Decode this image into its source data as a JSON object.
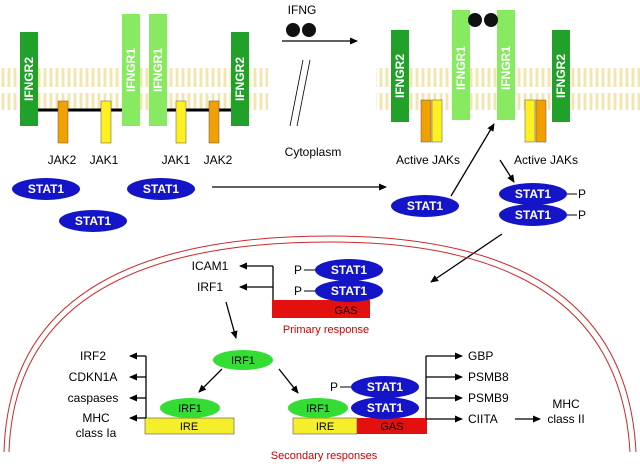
{
  "ligand": {
    "label": "IFNG"
  },
  "compartment": {
    "cytoplasm": "Cytoplasm"
  },
  "receptors": {
    "ifngr2": "IFNGR2",
    "ifngr1": "IFNGR1"
  },
  "kinases": {
    "jak2": "JAK2",
    "jak1": "JAK1",
    "active_jaks": "Active JAKs"
  },
  "stat": {
    "label": "STAT1",
    "phospho": "P"
  },
  "primary": {
    "genes": [
      "ICAM1",
      "IRF1"
    ],
    "element": "GAS",
    "caption": "Primary response"
  },
  "irf": {
    "label": "IRF1"
  },
  "secondary": {
    "left_genes": [
      "IRF2",
      "CDKN1A",
      "caspases",
      "MHC",
      "class Ia"
    ],
    "right_genes": [
      "GBP",
      "PSMB8",
      "PSMB9",
      "CIITA"
    ],
    "mhc2": [
      "MHC",
      "class II"
    ],
    "element_ire": "IRE",
    "element_gas": "GAS",
    "caption": "Secondary responses"
  },
  "colors": {
    "membrane_head": "#f2a900",
    "membrane_tail": "#f7e7b0",
    "ifngr2": "#22a12a",
    "ifngr1": "#88ea60",
    "jak2": "#f2a000",
    "jak1": "#fff020",
    "stat1": "#1414c8",
    "irf1": "#33dd33",
    "gas": "#e41010",
    "ire": "#f5ee2a",
    "nucleus": "#cc2a2a",
    "caption": "#cc0000"
  }
}
